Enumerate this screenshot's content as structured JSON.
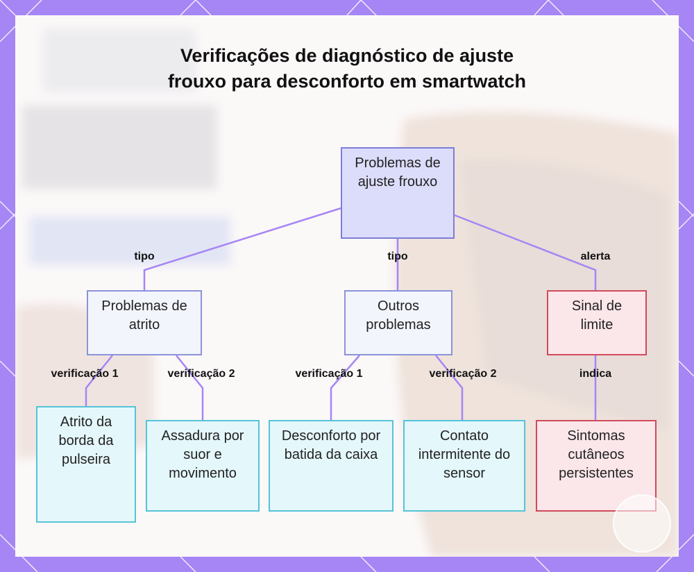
{
  "title": "Verificações de diagnóstico de ajuste frouxo para desconforto em smartwatch",
  "nodes": {
    "root": "Problemas de ajuste frouxo",
    "friction": "Problemas de atrito",
    "other": "Outros problemas",
    "limit": "Sinal de limite",
    "band_edge": "Atrito da borda da pulseira",
    "sweat": "Assadura por suor e movimento",
    "case_impact": "Desconforto por batida da caixa",
    "sensor": "Contato intermitente do sensor",
    "skin": "Sintomas cutâneos persistentes"
  },
  "edges": {
    "root_friction": "tipo",
    "root_other": "tipo",
    "root_limit": "alerta",
    "friction_check1": "verificação 1",
    "friction_check2": "verificação 2",
    "other_check1": "verificação 1",
    "other_check2": "verificação 2",
    "limit_indicates": "indica"
  },
  "colors": {
    "frame": "#a685f5",
    "edge_line": "#a685f5",
    "root_fill": "#dcdcfb",
    "mid_fill": "#f3f5fd",
    "leaf_fill": "#e4f7fb",
    "alert_fill": "#fbe6ea",
    "alert_border": "#d04a5c"
  }
}
